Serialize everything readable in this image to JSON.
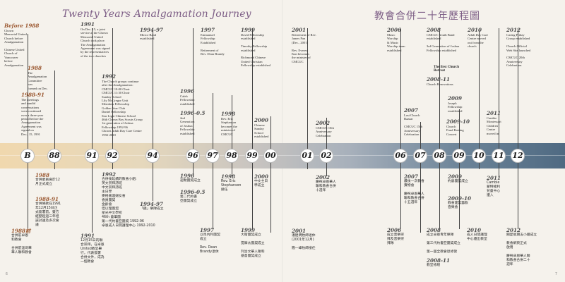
{
  "titles": {
    "english": "Twenty Years Amalgamation Journey",
    "chinese": "教會合併二十年歷程圖"
  },
  "page_numbers": {
    "left": "6",
    "right": "7"
  },
  "timeline_nodes": [
    "B",
    "88",
    "91",
    "92",
    "94",
    "96",
    "97",
    "98",
    "99",
    "00",
    "01",
    "02",
    "06",
    "07",
    "08",
    "09",
    "10",
    "11",
    "12"
  ],
  "events_top": [
    {
      "year": "Before 1988",
      "text": "Chown\nMemorial United\nChurch before\nAmalgamation\n\nChinese United\nChurch of\nVancouver\nbefore\nAmalgamation"
    },
    {
      "year": "1988",
      "text": "The\nAmalgamation\nCommittee\nwas\nformed on Dec."
    },
    {
      "year": "1988-91",
      "text": "The meetings\nand candid\nconversations\nwere continued\nover a three-year\nperiod before the\nAmalgamation\nAgreement was\nsigned on\nDec., 15, 1991"
    },
    {
      "year": "1991",
      "text": "On Dec. 15, a joint\nservice at the Chown\nMemorial United\nChurch took place.\nThe Amalgamation\nAgreement was signed\nby the representatives\nof the two churches"
    },
    {
      "year": "1992",
      "text": "The Church groups continue\nafter the Amalgamation:\nCMCUC 10:00 Choir\nCMCUC 11:30 Choir\nSunday School\nLily McGregor Unit\nMembers Fellowship\nGolden Year Club\nDaniel Fellowship\nStar Light Chinese School\n46th Chown Boy Scouts Group\n1st generation of Joshua\nFellowship 1992-96\nChown Adult Day Care Centre\n1992-2010"
    },
    {
      "year": "1994-97",
      "text": "Mirror Band\nestablished"
    },
    {
      "year": "1996",
      "text": "Caleb\nFellowship\nestablished"
    },
    {
      "year": "1996-0.5",
      "text": "2nd\nGeneration\nof Joshua\nFellowship\nestablished"
    },
    {
      "year": "1997",
      "text": "Emmanuel\nFellowship\nEstablished\n\nRetirement of\nRev. Dean Brandy"
    },
    {
      "year": "1998",
      "text": "Rev. Eric\nStephanson\nbecomes the\nminister of\nCMCUC"
    },
    {
      "year": "1999",
      "text": "David Fellowship\nestablished\n\nTimothy Fellowship\nestablished\n\nRichmond Chinese\nUnited Christian\nFellowship established"
    },
    {
      "year": "2000",
      "text": "Chinese\nSunday\nSchool\nestablished"
    },
    {
      "year": "2001",
      "text": "Retirement of Rev.\nJames Pan\n(Dec., 2001)\n\nRev. Everest\nKan becomes\nthe minister of\nCMCUC"
    },
    {
      "year": "2002",
      "text": "CMCUC 10th\nAnniversary\nCelebration"
    },
    {
      "year": "2006",
      "text": "Music\nWorship\n& Music\nWorship team\nestablished"
    },
    {
      "year": "2007",
      "text": "Last Church\nBazaar\n\nCMCUC 15th\nAnniversary\nCelebration"
    },
    {
      "year": "2008",
      "text": "CMCUC Youth Band\nestablished\n\n3rd Generation of Joshua\nFellowship established"
    },
    {
      "year": "",
      "text": "The first Church\nRetreat",
      "bold": true
    },
    {
      "year": "2008-11",
      "text": "Church Renovations"
    },
    {
      "year": "2009",
      "text": "Joseph\nFellowship\nestablished"
    },
    {
      "year": "2009-10",
      "text": "Church\nFund Raising\nConcert"
    },
    {
      "year": "2010",
      "text": "Adult Day Care\nCentre moved\nout from the\nchurch"
    },
    {
      "year": "2011",
      "text": "Cambie\nMontessori\nChildren\nCentre\nmoved in"
    },
    {
      "year": "2012",
      "text": "Caring Friday\nGroup established\n\nChurch Official\nWeb Site launched\n\nCMCUC 20th\nAnniversary\nCelebration"
    }
  ],
  "events_bottom": [
    {
      "year": "1988",
      "text": "合併委員會於12\n月正式成立"
    },
    {
      "year": "1988-91",
      "text": "合併條款在1991\n年12月15日正\n式簽署前，雙方\n經歷超過三年坦\n誠討論及多次會\n議"
    },
    {
      "year": "1988前",
      "text": "合併前卓恩\n和教會\n\n合併前溫哥華\n華人聯和教會"
    },
    {
      "year": "1991",
      "text": "12月15日的聯\n合崇拜，在卓恩\nUnited教堂舉\n行，代表簽署\n合併文件，成為\n一個教會"
    },
    {
      "year": "1992",
      "text": "合併後延續的教會小組:\n英文崇拜詩班\n中文崇拜詩班\n主日學\n麥格嘉連婦女會\n會員團契\n金齡會\n但以理團契\n星光中文學校\n46th 童軍團\n第一代約書亞團契 1992-96\n卓恩成人日間護理中心 1992-2010"
    },
    {
      "year": "1994-97",
      "text": "「鏡」樂隊成立"
    },
    {
      "year": "1996",
      "text": "迦勒團契成立"
    },
    {
      "year": "1996-0.5",
      "text": "第二代約書\n亞團契成立"
    },
    {
      "year": "1997",
      "text": "以馬內利團契\n成立\n\nRev. Dean\nBrandy退休"
    },
    {
      "year": "1998",
      "text": "Rev. Eric\nStephanson\n接任"
    },
    {
      "year": "1999",
      "text": "大衛團契成立\n\n提摩太團契成立\n\n列治文華人聯和\n基督團契成立"
    },
    {
      "year": "2000",
      "text": "中文主日\n學成立"
    },
    {
      "year": "2001",
      "text": "潘建明牧師退休\n(2001年12月)\n\n簡一峰牧師接任"
    },
    {
      "year": "2002",
      "text": "慶祝卓恩華人\n聯和教會合併\n十週年"
    },
    {
      "year": "2006",
      "text": "成立音樂崇\n拜及音樂崇\n拜隊"
    },
    {
      "year": "2007",
      "text": "最後一次教會\n賣物會\n\n慶祝卓恩華人\n聯和教會合併\n十五週年"
    },
    {
      "year": "2008",
      "text": "成立卓恩青年樂隊\n\n第三代約書亞團契成立\n\n第一屆全教會退修營"
    },
    {
      "year": "2008-11",
      "text": "教堂修繕"
    },
    {
      "year": "2009",
      "text": "約瑟團契成立"
    },
    {
      "year": "2009-10",
      "text": "教會建築籌款\n音樂會"
    },
    {
      "year": "2010",
      "text": "成人日間護理\n中心遷出教堂"
    },
    {
      "year": "2011",
      "text": "Cambie\n蒙特梭利\n兒童中心\n遷入"
    },
    {
      "year": "2012",
      "text": "關愛星期五小組成立\n\n教會網頁正式\n啟用\n\n慶祝卓恩華人聯\n和教會合併二十\n週年"
    }
  ]
}
